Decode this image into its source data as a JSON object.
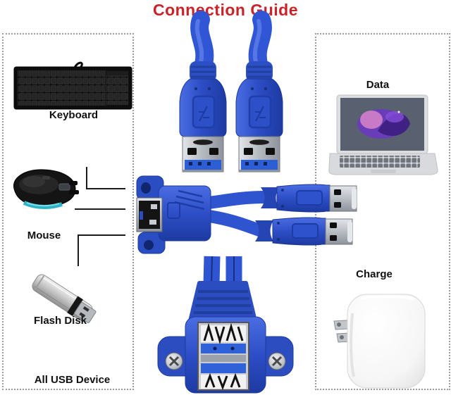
{
  "title": "Connection Guide",
  "colors": {
    "title_red": "#c9232a",
    "usb_blue": "#2b4fc8",
    "usb_tongue_blue": "#2c5fd6",
    "connector_line_black": "#1b1b1b",
    "dotted_border_gray": "#9b9b9b",
    "background": "#ffffff"
  },
  "left_group": {
    "items": [
      {
        "label": "Keyboard",
        "image": "keyboard-image"
      },
      {
        "label": "Mouse",
        "image": "mouse-image"
      },
      {
        "label": "Flash Disk",
        "image": "flash-disk-image"
      }
    ],
    "caption": "All USB Device"
  },
  "right_group": {
    "items": [
      {
        "label": "Data",
        "image": "laptop-image"
      },
      {
        "label": "Charge",
        "image": "wall-charger-image"
      }
    ]
  },
  "center_group": {
    "images": [
      "two-usb3-male-plugs-top-image",
      "panel-mount-female-usb-port-image",
      "y-split-cable-image",
      "two-usb3-male-plugs-right-image",
      "dual-panel-mount-female-usb-image"
    ]
  }
}
